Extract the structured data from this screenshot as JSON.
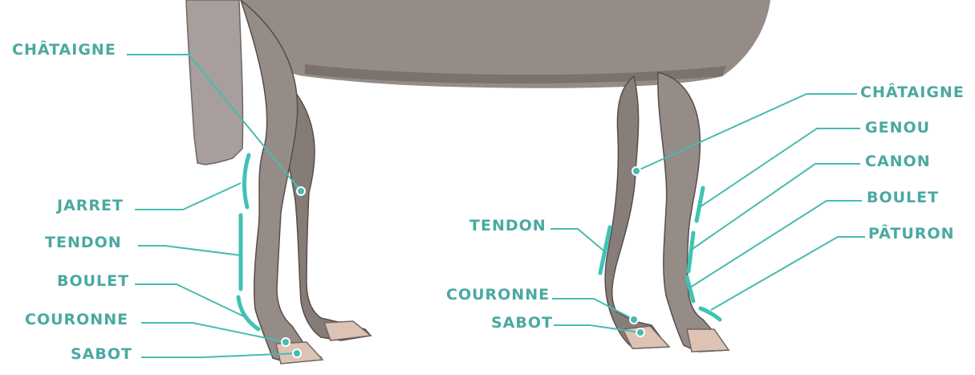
{
  "colors": {
    "label": "#4aa9a2",
    "leader": "#45bcb0",
    "bracket": "#3fc3b4",
    "coat": "#948a86",
    "coat_dark": "#6f6561",
    "hoof": "#ddc3b4",
    "tail": "#a79f9c"
  },
  "left_labels": {
    "chataigne": "CHÂTAIGNE",
    "jarret": "JARRET",
    "tendon": "TENDON",
    "boulet": "BOULET",
    "couronne": "COURONNE",
    "sabot": "SABOT"
  },
  "right_labels": {
    "chataigne": "CHÂTAIGNE",
    "genou": "GENOU",
    "canon": "CANON",
    "boulet": "BOULET",
    "paturon": "PÂTURON",
    "tendon": "TENDON",
    "couronne": "COURONNE",
    "sabot": "SABOT"
  }
}
